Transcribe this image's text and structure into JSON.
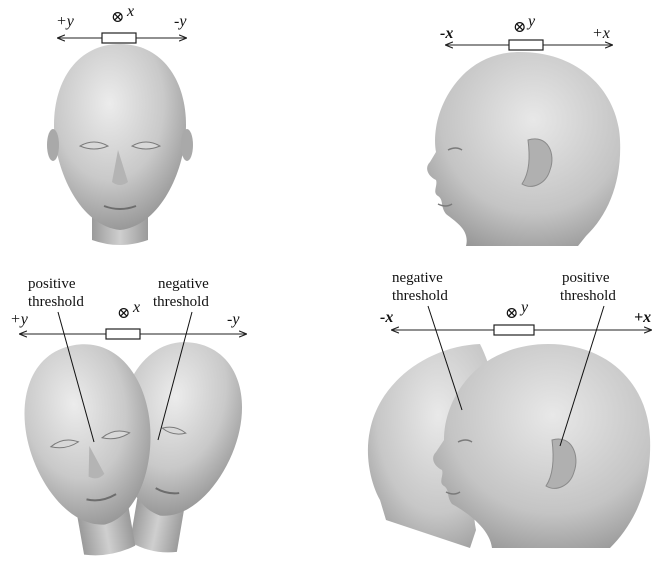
{
  "panels": {
    "front_top": {
      "left_label": "+y",
      "right_label": "-y",
      "axis_symbol": "⊗",
      "axis_var": "x"
    },
    "side_top": {
      "left_label": "-x",
      "right_label": "+x",
      "axis_symbol": "⊗",
      "axis_var": "y"
    },
    "front_bottom": {
      "left_label": "+y",
      "right_label": "-y",
      "axis_symbol": "⊗",
      "axis_var": "x",
      "thr_left_1": "positive",
      "thr_left_2": "threshold",
      "thr_right_1": "negative",
      "thr_right_2": "threshold"
    },
    "side_bottom": {
      "left_label": "-x",
      "right_label": "+x",
      "axis_symbol": "⊗",
      "axis_var": "y",
      "thr_left_1": "negative",
      "thr_left_2": "threshold",
      "thr_right_1": "positive",
      "thr_right_2": "threshold"
    }
  },
  "colors": {
    "skin_light": "#e4e4e4",
    "skin_mid": "#bdbdbd",
    "skin_dark": "#8a8a8a",
    "background": "#ffffff"
  }
}
